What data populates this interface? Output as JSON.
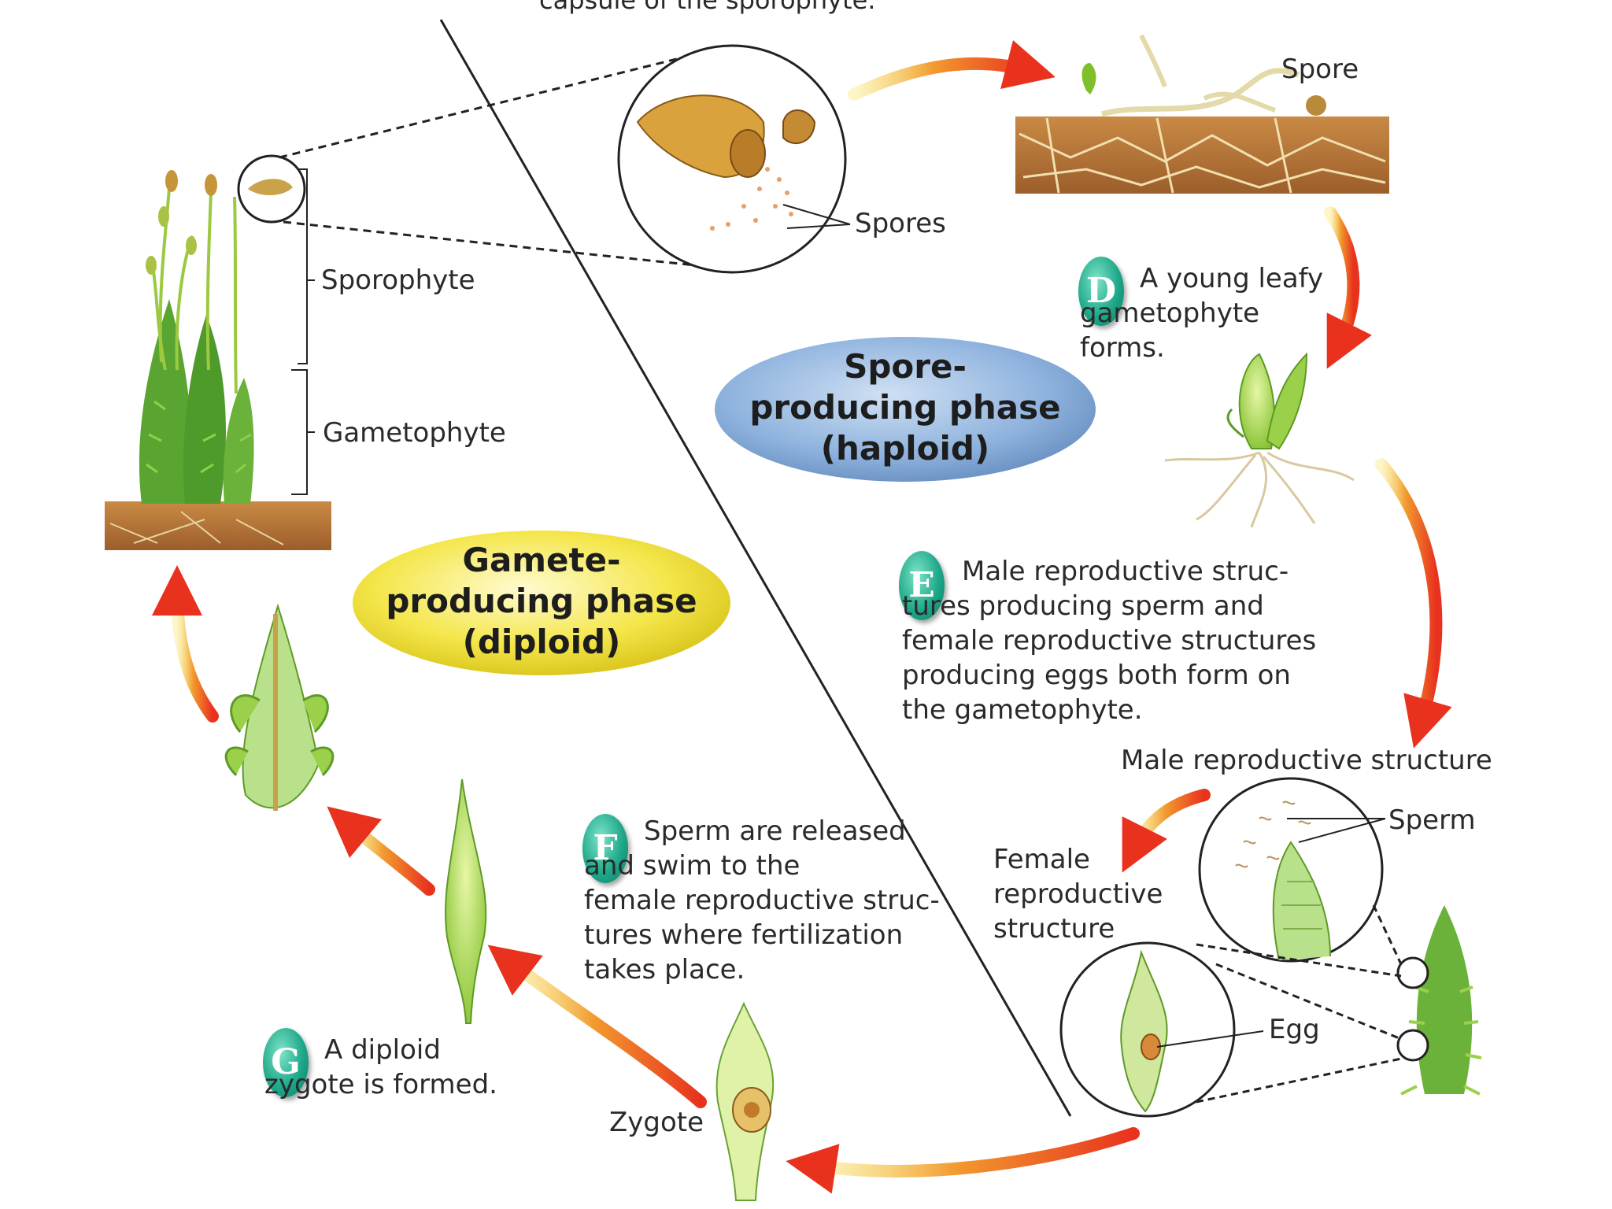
{
  "colors": {
    "spore_phase_fill": "#8fb3de",
    "gamete_phase_fill": "#f4e64a",
    "arrow_start": "#f2d23a",
    "arrow_end": "#e8321e",
    "moss_green": "#7fbf2a",
    "soil": "#b7753a",
    "badge": "#1fa98a"
  },
  "top_text": "capsule of the sporophyte.",
  "labels": {
    "spore": "Spore",
    "spores": "Spores",
    "sporophyte": "Sporophyte",
    "gametophyte": "Gametophyte",
    "male_structure": "Male reproductive structure",
    "sperm": "Sperm",
    "female_structure": "Female\nreproductive\nstructure",
    "egg": "Egg",
    "zygote": "Zygote"
  },
  "phases": {
    "spore_producing": "Spore-\nproducing phase\n(haploid)",
    "gamete_producing": "Gamete-\nproducing phase\n(diploid)"
  },
  "steps": [
    {
      "letter": "D",
      "text": "A young leafy\ngametophyte\nforms."
    },
    {
      "letter": "E",
      "text": "Male reproductive struc-\ntures producing sperm and\nfemale reproductive structures\nproducing eggs both form on\nthe gametophyte."
    },
    {
      "letter": "F",
      "text": "Sperm are released\nand swim to the\nfemale reproductive struc-\ntures where fertilization\ntakes place."
    },
    {
      "letter": "G",
      "text": "A diploid\nzygote is formed."
    }
  ]
}
